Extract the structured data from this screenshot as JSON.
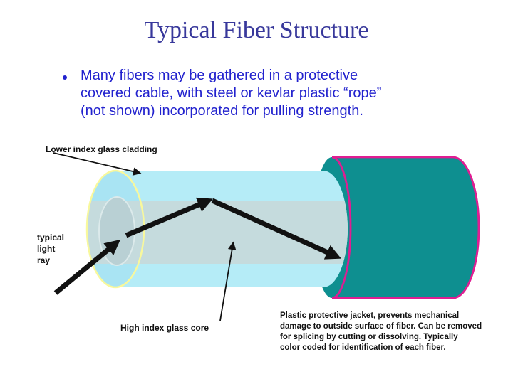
{
  "slide": {
    "title": "Typical Fiber Structure",
    "bullet": {
      "lines": [
        "Many fibers may be gathered in a protective",
        "covered cable, with steel or kevlar plastic “rope”",
        "(not shown) incorporated for pulling strength."
      ]
    },
    "diagram": {
      "labels": {
        "cladding": "Lower index glass cladding",
        "light_ray_lines": [
          "typical",
          "light",
          "ray"
        ],
        "core": "High index glass core",
        "jacket_lines": [
          "Plastic protective jacket, prevents mechanical",
          "damage to outside surface of fiber. Can be removed",
          "for splicing by cutting or dissolving. Typically",
          "color coded for identification of each fiber."
        ]
      },
      "colors": {
        "cladding_body": "#B5ECF7",
        "cladding_cap": "#A9E4F3",
        "cladding_outline": "#F8F89C",
        "core_band": "#C5DBDD",
        "core_face": "#B9D0D4",
        "core_face_outline": "#DCEAEB",
        "jacket_fill": "#0E8F90",
        "jacket_outline": "#E01D92",
        "ray": "#111111"
      }
    },
    "text_colors": {
      "title": "#38389B",
      "bullet": "#2222CE"
    }
  }
}
